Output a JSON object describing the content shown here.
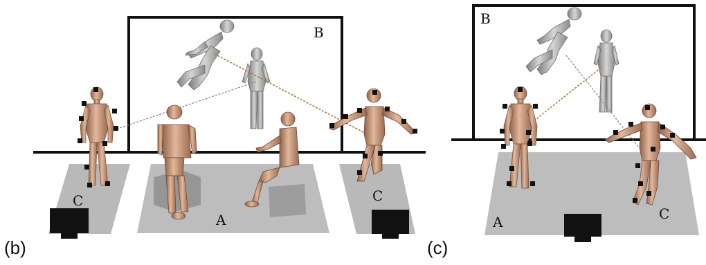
{
  "panels": [
    {
      "id": "b",
      "caption": "(b)",
      "zone_labels": {
        "a": "A",
        "b": "B",
        "c": "C",
        "c2": "C"
      }
    },
    {
      "id": "c",
      "caption": "(c)",
      "zone_labels": {
        "a": "A",
        "b": "B",
        "c": "C"
      }
    }
  ],
  "colors": {
    "floor": "#b9b9b9",
    "floor_dark": "#9a9a9a",
    "frame": "#111111",
    "skin": "#c99a7c",
    "skin_dark": "#8e624a",
    "ghost": "#a8a8a8",
    "marker": "#111111",
    "link_orange": "#b0743e",
    "link_gray": "#8a8a8a"
  }
}
